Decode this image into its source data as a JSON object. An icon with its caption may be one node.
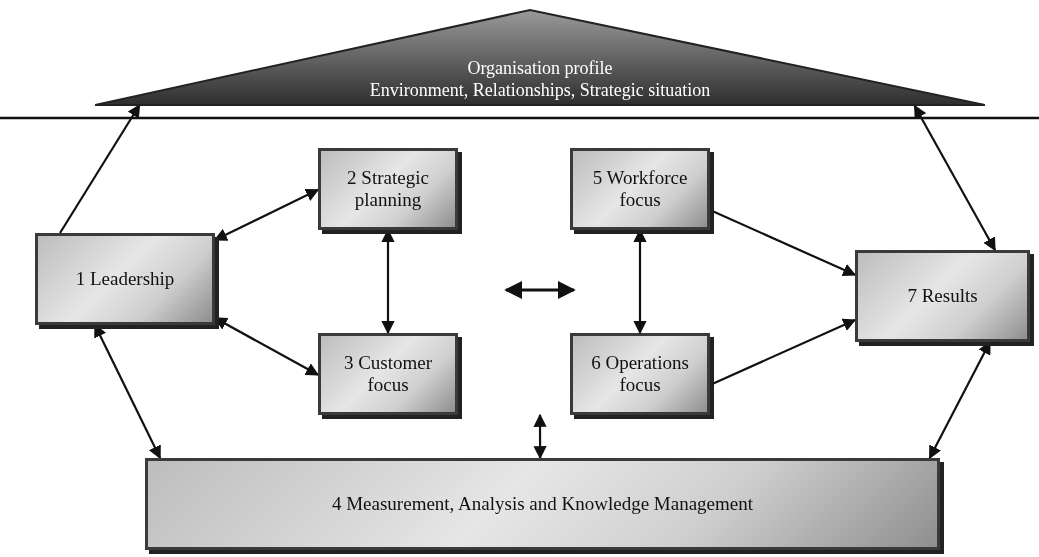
{
  "diagram": {
    "nodes": [
      {
        "text": [
          "Organisation profile",
          "Environment, Relationships, Strategic situation"
        ]
      },
      {
        "text": [
          "1 Leadership"
        ]
      },
      {
        "text": [
          "2 Strategic planning"
        ]
      },
      {
        "text": [
          "3 Customer focus"
        ]
      },
      {
        "text": [
          "4 Measurement, Analysis and Knowledge Management"
        ]
      },
      {
        "text": [
          "5 Workforce focus"
        ]
      },
      {
        "text": [
          "6 Operations focus"
        ]
      },
      {
        "text": [
          "7 Results"
        ]
      }
    ],
    "edges": [
      {
        "from": 1,
        "to": 0,
        "arrow": "to"
      },
      {
        "from": 0,
        "to": 7,
        "arrow": "both"
      },
      {
        "from": 1,
        "to": 2,
        "arrow": "both"
      },
      {
        "from": 1,
        "to": 3,
        "arrow": "both"
      },
      {
        "from": 1,
        "to": 4,
        "arrow": "both"
      },
      {
        "from": 2,
        "to": 3,
        "arrow": "both"
      },
      {
        "from": 5,
        "to": 6,
        "arrow": "both"
      },
      {
        "from": 5,
        "to": 7,
        "arrow": "to"
      },
      {
        "from": 6,
        "to": 7,
        "arrow": "to"
      },
      {
        "from": 7,
        "to": 4,
        "arrow": "both"
      },
      {
        "from": null,
        "to": 4,
        "arrow": "both"
      }
    ]
  }
}
